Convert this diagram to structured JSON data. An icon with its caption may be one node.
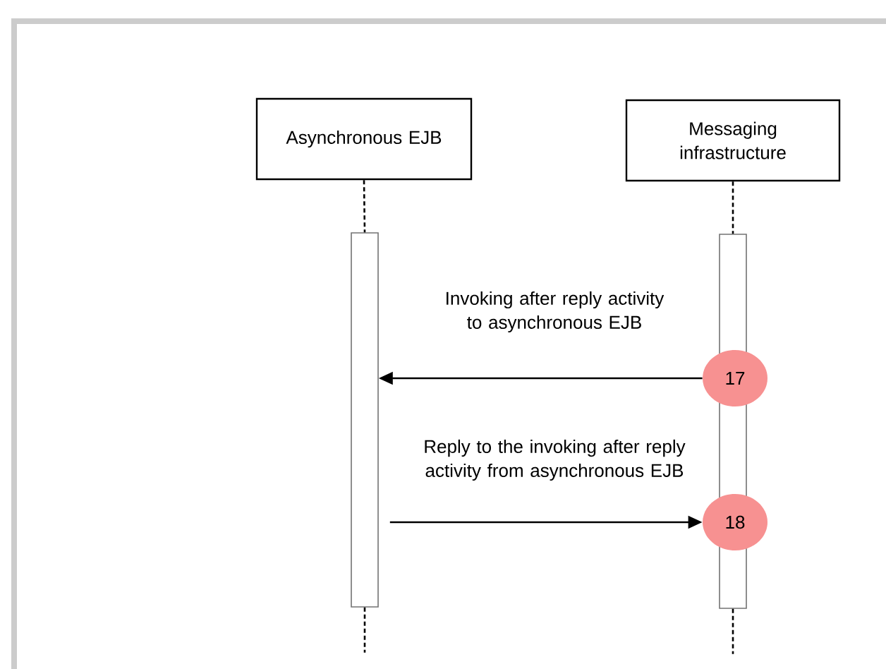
{
  "diagram": {
    "nodes": [
      {
        "text": [
          "Asynchronous EJB"
        ]
      },
      {
        "text": [
          "Messaging infrastructure"
        ]
      },
      {
        "text": [],
        "shape": "bar"
      },
      {
        "text": [],
        "shape": "bar"
      },
      {
        "text": [
          "17"
        ]
      },
      {
        "text": [
          "18"
        ]
      }
    ],
    "edges": [
      {
        "from": 0,
        "to": 2,
        "arrow": "none",
        "style": "dashed"
      },
      {
        "from": 1,
        "to": 3,
        "arrow": "none",
        "style": "dashed"
      },
      {
        "from": 4,
        "to": 2,
        "arrow": "to",
        "label": "Invoking after reply activity to asynchronous EJB"
      },
      {
        "from": 2,
        "to": 5,
        "arrow": "to",
        "label": "Reply to the invoking after reply activity from asynchronous EJB"
      },
      {
        "from": 2,
        "to": null,
        "arrow": "none",
        "style": "dashed"
      },
      {
        "from": 3,
        "to": null,
        "arrow": "none",
        "style": "dashed"
      }
    ]
  }
}
